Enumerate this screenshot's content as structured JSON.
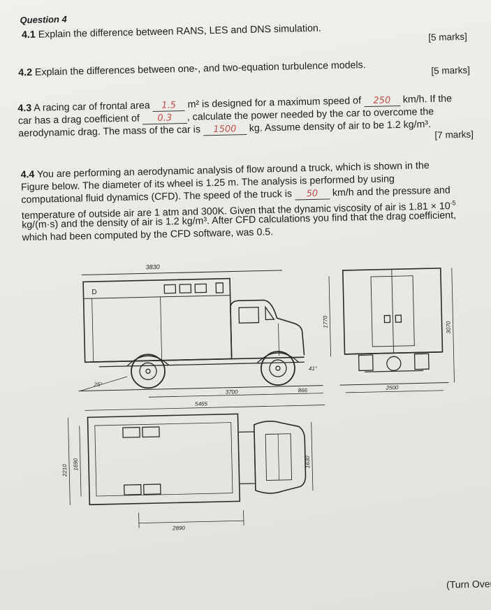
{
  "question": {
    "title": "Question 4"
  },
  "q41": {
    "number": "4.1",
    "text": "Explain the difference between RANS, LES and DNS simulation.",
    "marks": "[5 marks]"
  },
  "q42": {
    "number": "4.2",
    "text": "Explain the differences between one-, and two-equation turbulence models.",
    "marks": "[5 marks]"
  },
  "q43": {
    "number": "4.3",
    "l1a": "A racing car of frontal area",
    "area": "1.5",
    "l1b": "m² is designed for a maximum speed of",
    "speed": "250",
    "l1c": "km/h. If the",
    "l2a": "car has a drag coefficient of",
    "cd": "0.3",
    "l2b": ", calculate the power needed by the car to overcome the",
    "l3a": "aerodynamic drag. The mass of the car is",
    "mass": "1500",
    "l3b": "kg. Assume density of air to be 1.2 kg/m³.",
    "marks": "[7 marks]"
  },
  "q44": {
    "number": "4.4",
    "l1": "You are performing an aerodynamic analysis of flow around a truck, which is shown in the",
    "l2": "Figure below. The diameter of its wheel is 1.25 m. The analysis is performed by using",
    "l3a": "computational fluid dynamics (CFD). The speed of the truck is",
    "speed": "50",
    "l3b": "km/h and the pressure and",
    "l4a": "temperature of outside air are 1 atm and 300K. Given that the dynamic viscosity of air is 1.81 × 10",
    "l4exp": "-5",
    "l5": "kg/(m·s) and the density of air is 1.2 kg/m³. After CFD calculations you find that the drag coefficient,",
    "l6": "which had been computed by the CFD software, was 0.5."
  },
  "figure": {
    "dims": {
      "top_length": "3830",
      "height": "1770",
      "approach_angle": "25°",
      "departure_angle": "41°",
      "wheelbase": "3700",
      "front_overhang": "866",
      "overall_length": "5465",
      "rear_track": "2500",
      "overall_height": "3070",
      "overall_width": "2210",
      "inner_width": "1690",
      "box_length": "2890",
      "cab_width": "1630"
    },
    "box_label": "D"
  },
  "footer": {
    "turn_over": "(Turn Over)"
  }
}
